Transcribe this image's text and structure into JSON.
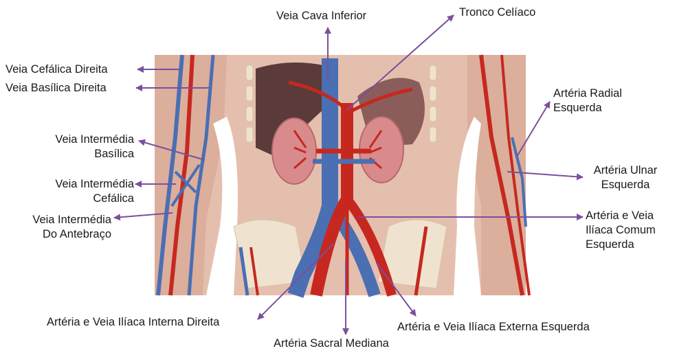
{
  "colors": {
    "arrow": "#7b4f9d",
    "artery": "#c6281f",
    "vein": "#4a6fb2",
    "skin": "#e8c4b4",
    "organ_liver": "#5a3b3a",
    "kidney": "#d98a8c"
  },
  "labels": {
    "veia_cava_inferior": "Veia Cava Inferior",
    "tronco_celiaco": "Tronco Celíaco",
    "veia_cefalica_direita": "Veia Cefálica Direita",
    "veia_basilica_direita": "Veia Basílica Direita",
    "veia_intermedia_basilica": [
      "Veia Intermédia",
      "Basílica"
    ],
    "veia_intermedia_cefalica": [
      "Veia Intermédia",
      "Cefálica"
    ],
    "veia_intermedia_antebraco": [
      "Veia Intermédia",
      "Do Antebraço"
    ],
    "arteria_radial_esquerda": [
      "Artéria Radial",
      "Esquerda"
    ],
    "arteria_ulnar_esquerda": [
      "Artéria Ulnar",
      "Esquerda"
    ],
    "arteria_veia_iliaca_comum_esquerda": [
      "Artéria e Veia",
      "Ilíaca Comum",
      "Esquerda"
    ],
    "arteria_veia_iliaca_interna_direita": "Artéria e Veia Ilíaca Interna Direita",
    "arteria_sacral_mediana": "Artéria Sacral Mediana",
    "arteria_veia_iliaca_externa_esquerda": "Artéria e Veia Ilíaca Externa Esquerda"
  }
}
